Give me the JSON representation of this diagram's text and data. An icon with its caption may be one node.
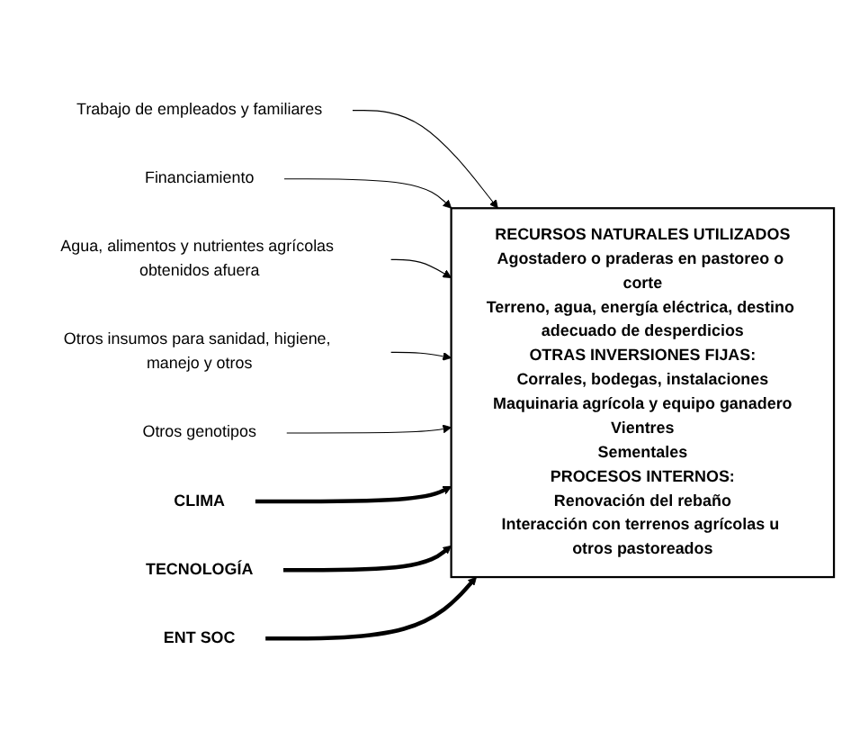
{
  "diagram": {
    "nodes": [
      {
        "text": [
          "RECURSOS NATURALES UTILIZADOS",
          "Agostadero o praderas en pastoreo o corte",
          "Terreno, agua, energía eléctrica, destino adecuado de desperdicios",
          "OTRAS INVERSIONES FIJAS:",
          "Corrales, bodegas, instalaciones",
          "Maquinaria agrícola y equipo ganadero",
          "Vientres",
          "Sementales",
          "PROCESOS INTERNOS:",
          "Renovación del rebaño",
          "Interacción con terrenos agrícolas u otros pastoreados"
        ]
      },
      {
        "text": [
          "Trabajo de empleados y familiares"
        ]
      },
      {
        "text": [
          "Financiamiento"
        ]
      },
      {
        "text": [
          "Agua, alimentos y nutrientes agrícolas obtenidos afuera"
        ]
      },
      {
        "text": [
          "Otros insumos para sanidad, higiene, manejo y otros"
        ]
      },
      {
        "text": [
          "Otros genotipos"
        ]
      },
      {
        "text": [
          "CLIMA"
        ]
      },
      {
        "text": [
          "TECNOLOGÍA"
        ]
      },
      {
        "text": [
          "ENT SOC"
        ]
      }
    ],
    "edges": [
      {
        "from": 1,
        "to": 0,
        "arrow": "to"
      },
      {
        "from": 2,
        "to": 0,
        "arrow": "to"
      },
      {
        "from": 3,
        "to": 0,
        "arrow": "to"
      },
      {
        "from": 4,
        "to": 0,
        "arrow": "to"
      },
      {
        "from": 5,
        "to": 0,
        "arrow": "to"
      },
      {
        "from": 6,
        "to": 0,
        "arrow": "to",
        "style": "thick"
      },
      {
        "from": 7,
        "to": 0,
        "arrow": "to",
        "style": "thick"
      },
      {
        "from": 8,
        "to": 0,
        "arrow": "to",
        "style": "thick"
      }
    ]
  }
}
